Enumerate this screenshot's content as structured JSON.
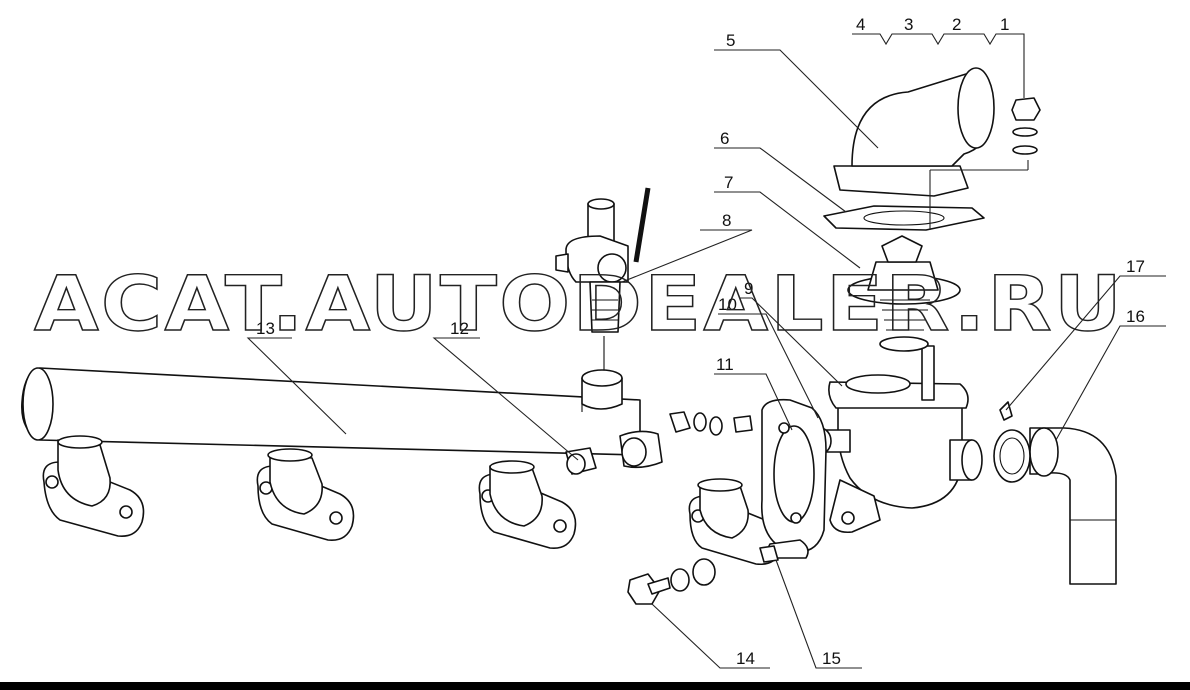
{
  "watermark": "ACAT.AUTODEALER.RU",
  "callouts": [
    {
      "id": "c1",
      "text": "1"
    },
    {
      "id": "c2",
      "text": "2"
    },
    {
      "id": "c3",
      "text": "3"
    },
    {
      "id": "c4",
      "text": "4"
    },
    {
      "id": "c5",
      "text": "5"
    },
    {
      "id": "c6",
      "text": "6"
    },
    {
      "id": "c7",
      "text": "7"
    },
    {
      "id": "c8",
      "text": "8"
    },
    {
      "id": "c9",
      "text": "9"
    },
    {
      "id": "c10",
      "text": "10"
    },
    {
      "id": "c11",
      "text": "11"
    },
    {
      "id": "c12",
      "text": "12"
    },
    {
      "id": "c13",
      "text": "13"
    },
    {
      "id": "c14",
      "text": "14"
    },
    {
      "id": "c15",
      "text": "15"
    },
    {
      "id": "c16",
      "text": "16"
    },
    {
      "id": "c17",
      "text": "17"
    }
  ]
}
